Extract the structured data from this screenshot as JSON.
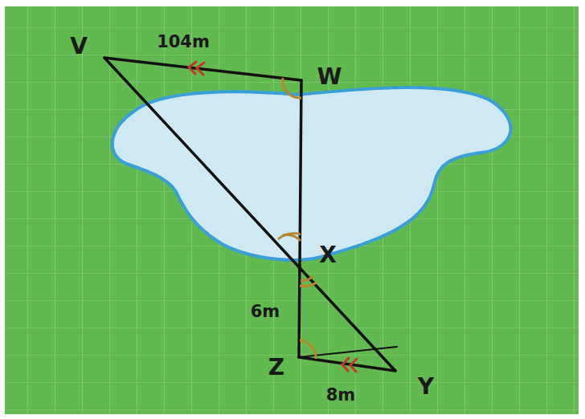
{
  "diagram": {
    "labels": [
      "V",
      "104m",
      "W",
      "X",
      "6m",
      "Z",
      "8m",
      "Y"
    ]
  }
}
